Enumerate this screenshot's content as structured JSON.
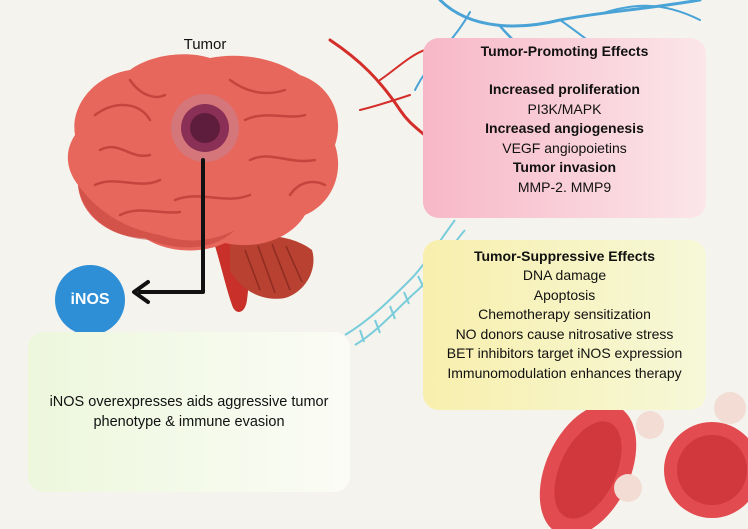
{
  "tumor_label": "Tumor",
  "inos_label": "iNOS",
  "promoting": {
    "title": "Tumor-Promoting Effects",
    "lines": [
      {
        "text": "Increased proliferation",
        "bold": true
      },
      {
        "text": "PI3K/MAPK",
        "bold": false
      },
      {
        "text": "Increased angiogenesis",
        "bold": true
      },
      {
        "text": "VEGF angiopoietins",
        "bold": false
      },
      {
        "text": "Tumor invasion",
        "bold": true
      },
      {
        "text": "MMP-2. MMP9",
        "bold": false
      }
    ]
  },
  "suppressive": {
    "title": "Tumor-Suppressive Effects",
    "lines": [
      "DNA damage",
      "Apoptosis",
      "Chemotherapy sensitization",
      "NO donors cause nitrosative stress",
      "BET inhibitors target iNOS expression",
      "Immunomodulation enhances therapy"
    ]
  },
  "note": "iNOS overexpresses aids aggressive tumor phenotype & immune evasion",
  "colors": {
    "brain": "#e8675c",
    "brain_fold": "#c4453d",
    "tumor": "#8a2f55",
    "inos": "#2e8fd6",
    "promoting_box": "#f7b7c7",
    "suppressive_box": "#f8efad",
    "note_box": "#edf7dc"
  },
  "icons": [
    "brain-illustration",
    "tumor-mass-icon",
    "blood-vessel-icon",
    "dna-helix-icon",
    "red-blood-cell-icon"
  ]
}
